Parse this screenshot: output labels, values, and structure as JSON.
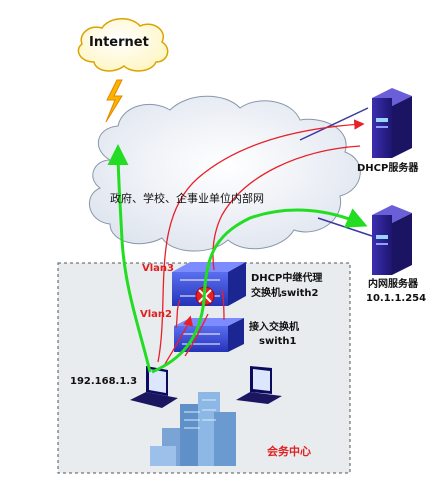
{
  "labels": {
    "internet": "Internet",
    "cloud": "政府、学校、企事业单位内部网",
    "vlan3": "Vlan3",
    "vlan2": "Vlan2",
    "switch2_line1": "DHCP中继代理",
    "switch2_line2": "交换机swith2",
    "switch1_line1": "接入交换机",
    "switch1_line2": "swith1",
    "dhcp_server": "DHCP服务器",
    "inner_server_line1": "内网服务器",
    "inner_server_line2": "10.1.1.254",
    "client_ip": "192.168.1.3",
    "venue": "会务中心"
  },
  "icons": {
    "internet": "cloud-icon",
    "link": "lightning-icon",
    "switch": "switch-icon",
    "router_mark": "router-icon",
    "server": "server-icon",
    "laptop": "laptop-icon",
    "building": "building-icon"
  },
  "colors": {
    "request_path": "#e8202a",
    "data_path": "#22dd22",
    "switch_body": "#2233bb",
    "server_body": "#2a1f8a",
    "venue_border": "#555555",
    "cloud_fill": "#eef2f8"
  }
}
